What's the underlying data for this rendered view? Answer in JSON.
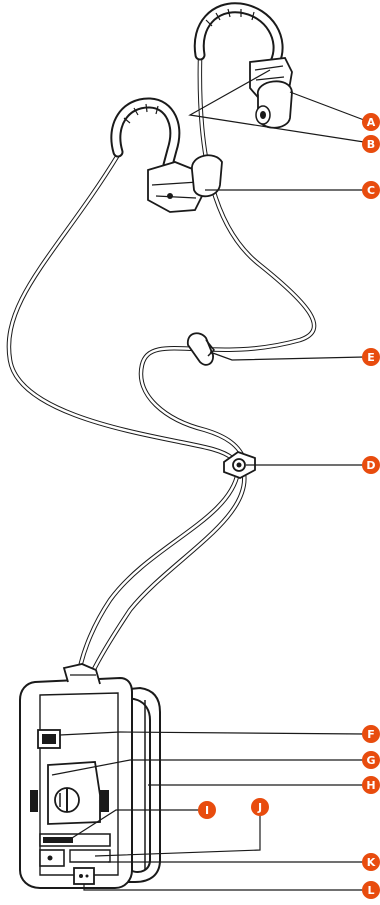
{
  "colors": {
    "callout": "#e84c0e",
    "outline": "#1a1a1a",
    "device_body": "#ffffff",
    "background": "#ffffff"
  },
  "callouts": [
    {
      "id": "a",
      "label": "A"
    },
    {
      "id": "b",
      "label": "B"
    },
    {
      "id": "c",
      "label": "C"
    },
    {
      "id": "d",
      "label": "D"
    },
    {
      "id": "e",
      "label": "E"
    },
    {
      "id": "f",
      "label": "F"
    },
    {
      "id": "g",
      "label": "G"
    },
    {
      "id": "h",
      "label": "H"
    },
    {
      "id": "i",
      "label": "I"
    },
    {
      "id": "j",
      "label": "J"
    },
    {
      "id": "k",
      "label": "K"
    },
    {
      "id": "l",
      "label": "L"
    }
  ]
}
